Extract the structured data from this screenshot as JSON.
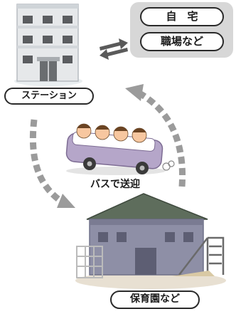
{
  "destinations": {
    "home": "自　宅",
    "workplace": "職場など"
  },
  "labels": {
    "station": "ステーション",
    "bus_transfer": "バスで送迎",
    "nursery": "保育園など"
  },
  "colors": {
    "outline": "#2a2a2a",
    "dest_bg": "#d7d7d7",
    "arrow_gray": "#9b9b9b",
    "arrow_dark": "#5a5a5a",
    "building_wall": "#e6e8ea",
    "bus_body": "#b5a6c9",
    "nursery_wall": "#8e8fa6",
    "nursery_roof": "#5e6d5c"
  }
}
